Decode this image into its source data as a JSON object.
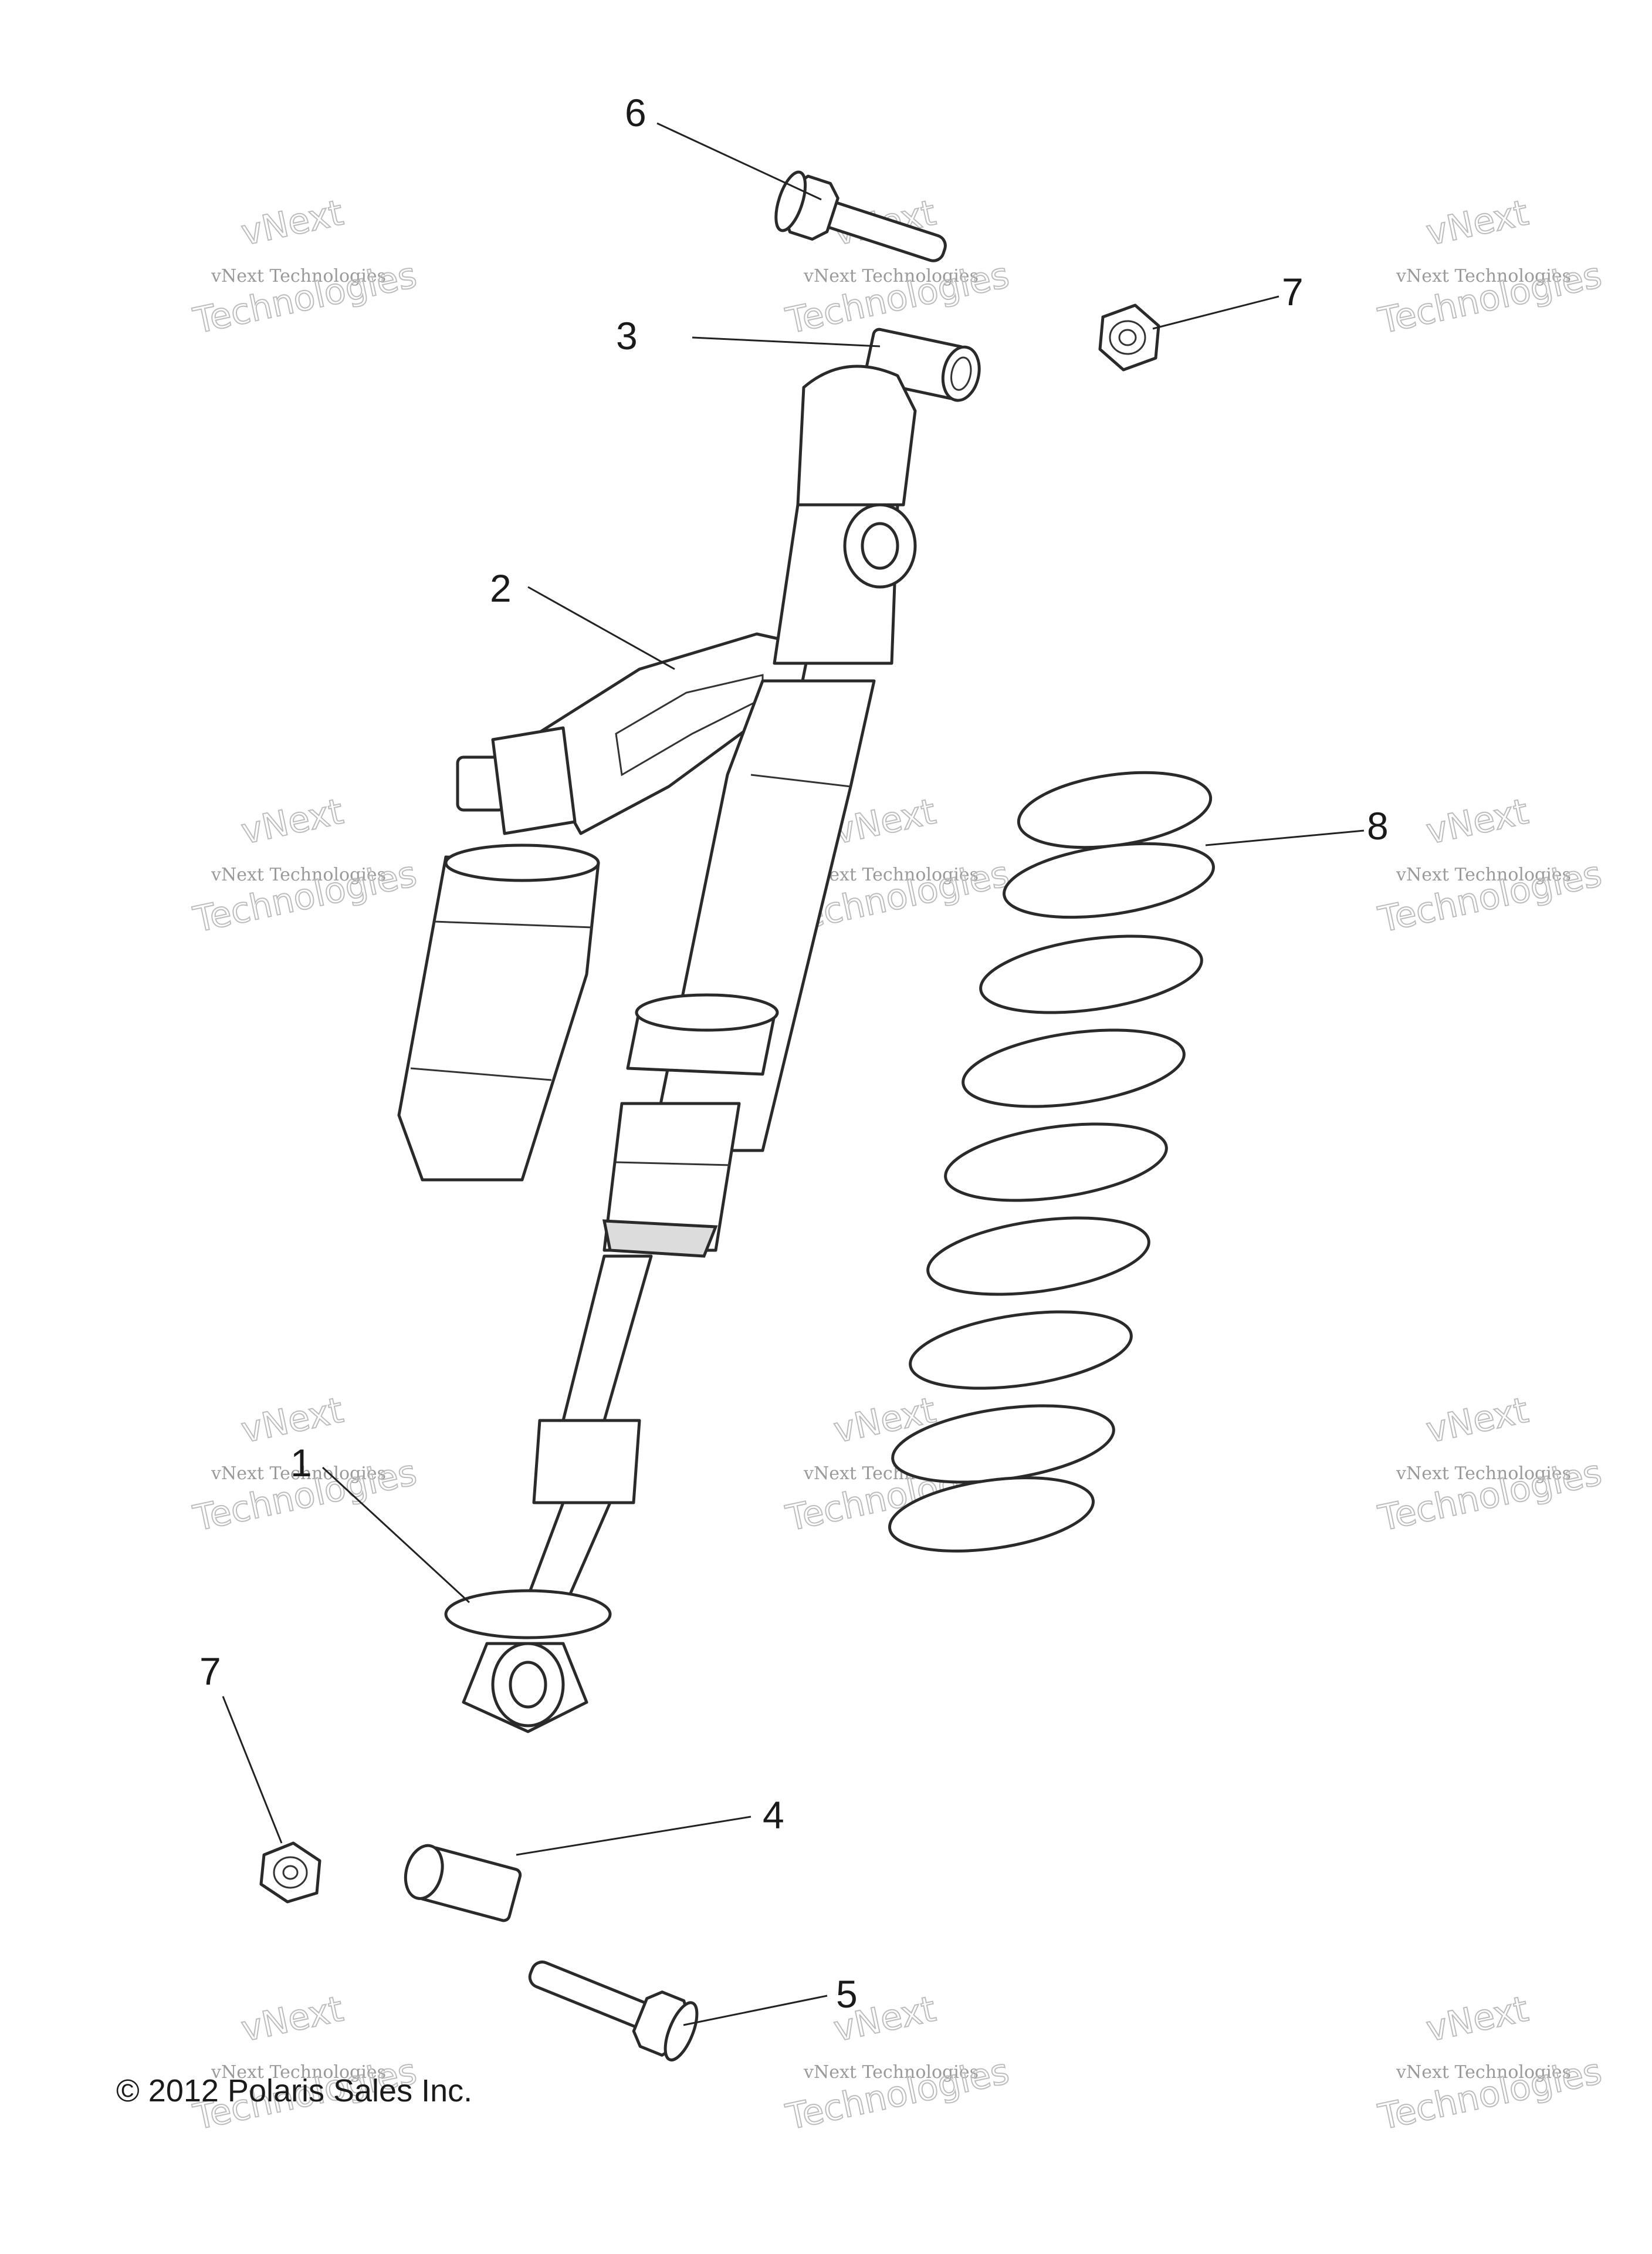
{
  "callouts": [
    "6",
    "7",
    "3",
    "2",
    "8",
    "1",
    "7",
    "4",
    "5"
  ],
  "watermark": {
    "line_small": "vNext Technologies",
    "line_top": "vNext",
    "line_big": "Technologies"
  },
  "copyright": "© 2012 Polaris Sales Inc."
}
